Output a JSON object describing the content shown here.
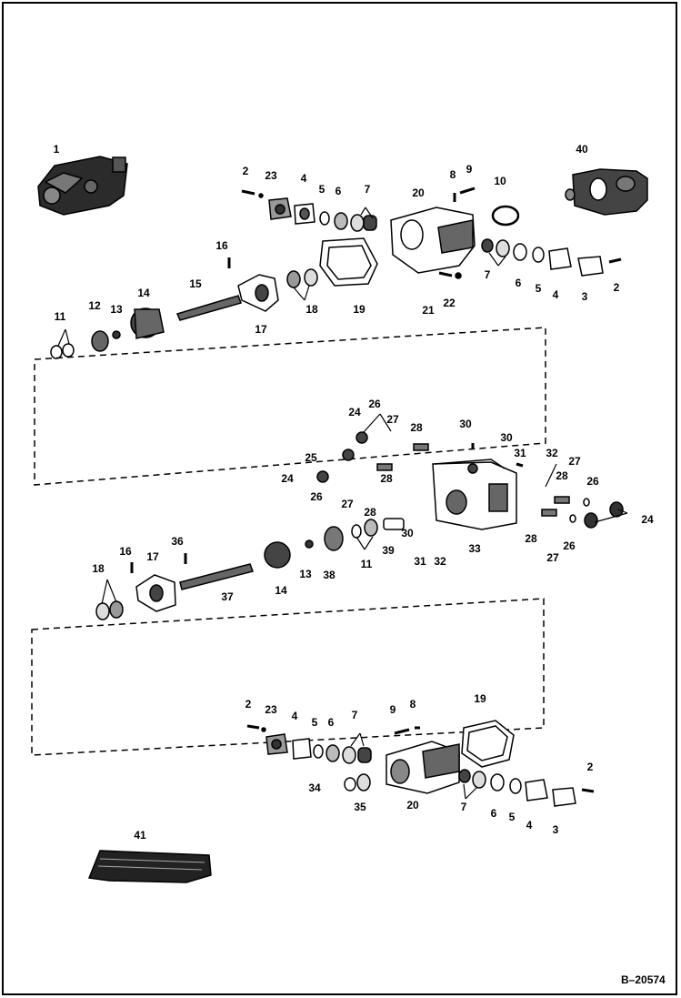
{
  "drawing_ref": "B–20574",
  "callouts": [
    "1",
    "2",
    "3",
    "4",
    "5",
    "6",
    "7",
    "8",
    "9",
    "10",
    "11",
    "12",
    "13",
    "14",
    "15",
    "16",
    "17",
    "18",
    "19",
    "20",
    "21",
    "22",
    "23",
    "24",
    "25",
    "26",
    "27",
    "28",
    "30",
    "31",
    "32",
    "33",
    "34",
    "35",
    "36",
    "37",
    "38",
    "39",
    "40",
    "41"
  ],
  "colors": {
    "ink": "#000000",
    "paper": "#ffffff"
  }
}
